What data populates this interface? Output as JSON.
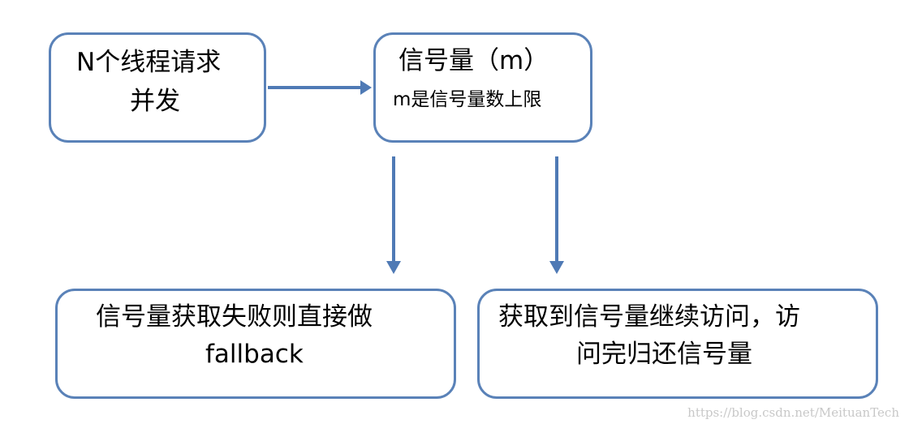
{
  "nodes": {
    "threads": {
      "line1": "N个线程请求",
      "line2": "并发"
    },
    "semaphore": {
      "line1": "信号量（m）",
      "line2": "m是信号量数上限"
    },
    "fail": {
      "line1": "信号量获取失败则直接做",
      "line2": "fallback"
    },
    "success": {
      "line1": "获取到信号量继续访问，访",
      "line2": "问完归还信号量"
    }
  },
  "edges": [
    {
      "from": "threads",
      "to": "semaphore"
    },
    {
      "from": "semaphore",
      "to": "fail"
    },
    {
      "from": "semaphore",
      "to": "success"
    }
  ],
  "watermark": "https://blog.csdn.net/MeituanTech",
  "colors": {
    "stroke": "#5a82b8",
    "arrow": "#4f7ab5"
  }
}
